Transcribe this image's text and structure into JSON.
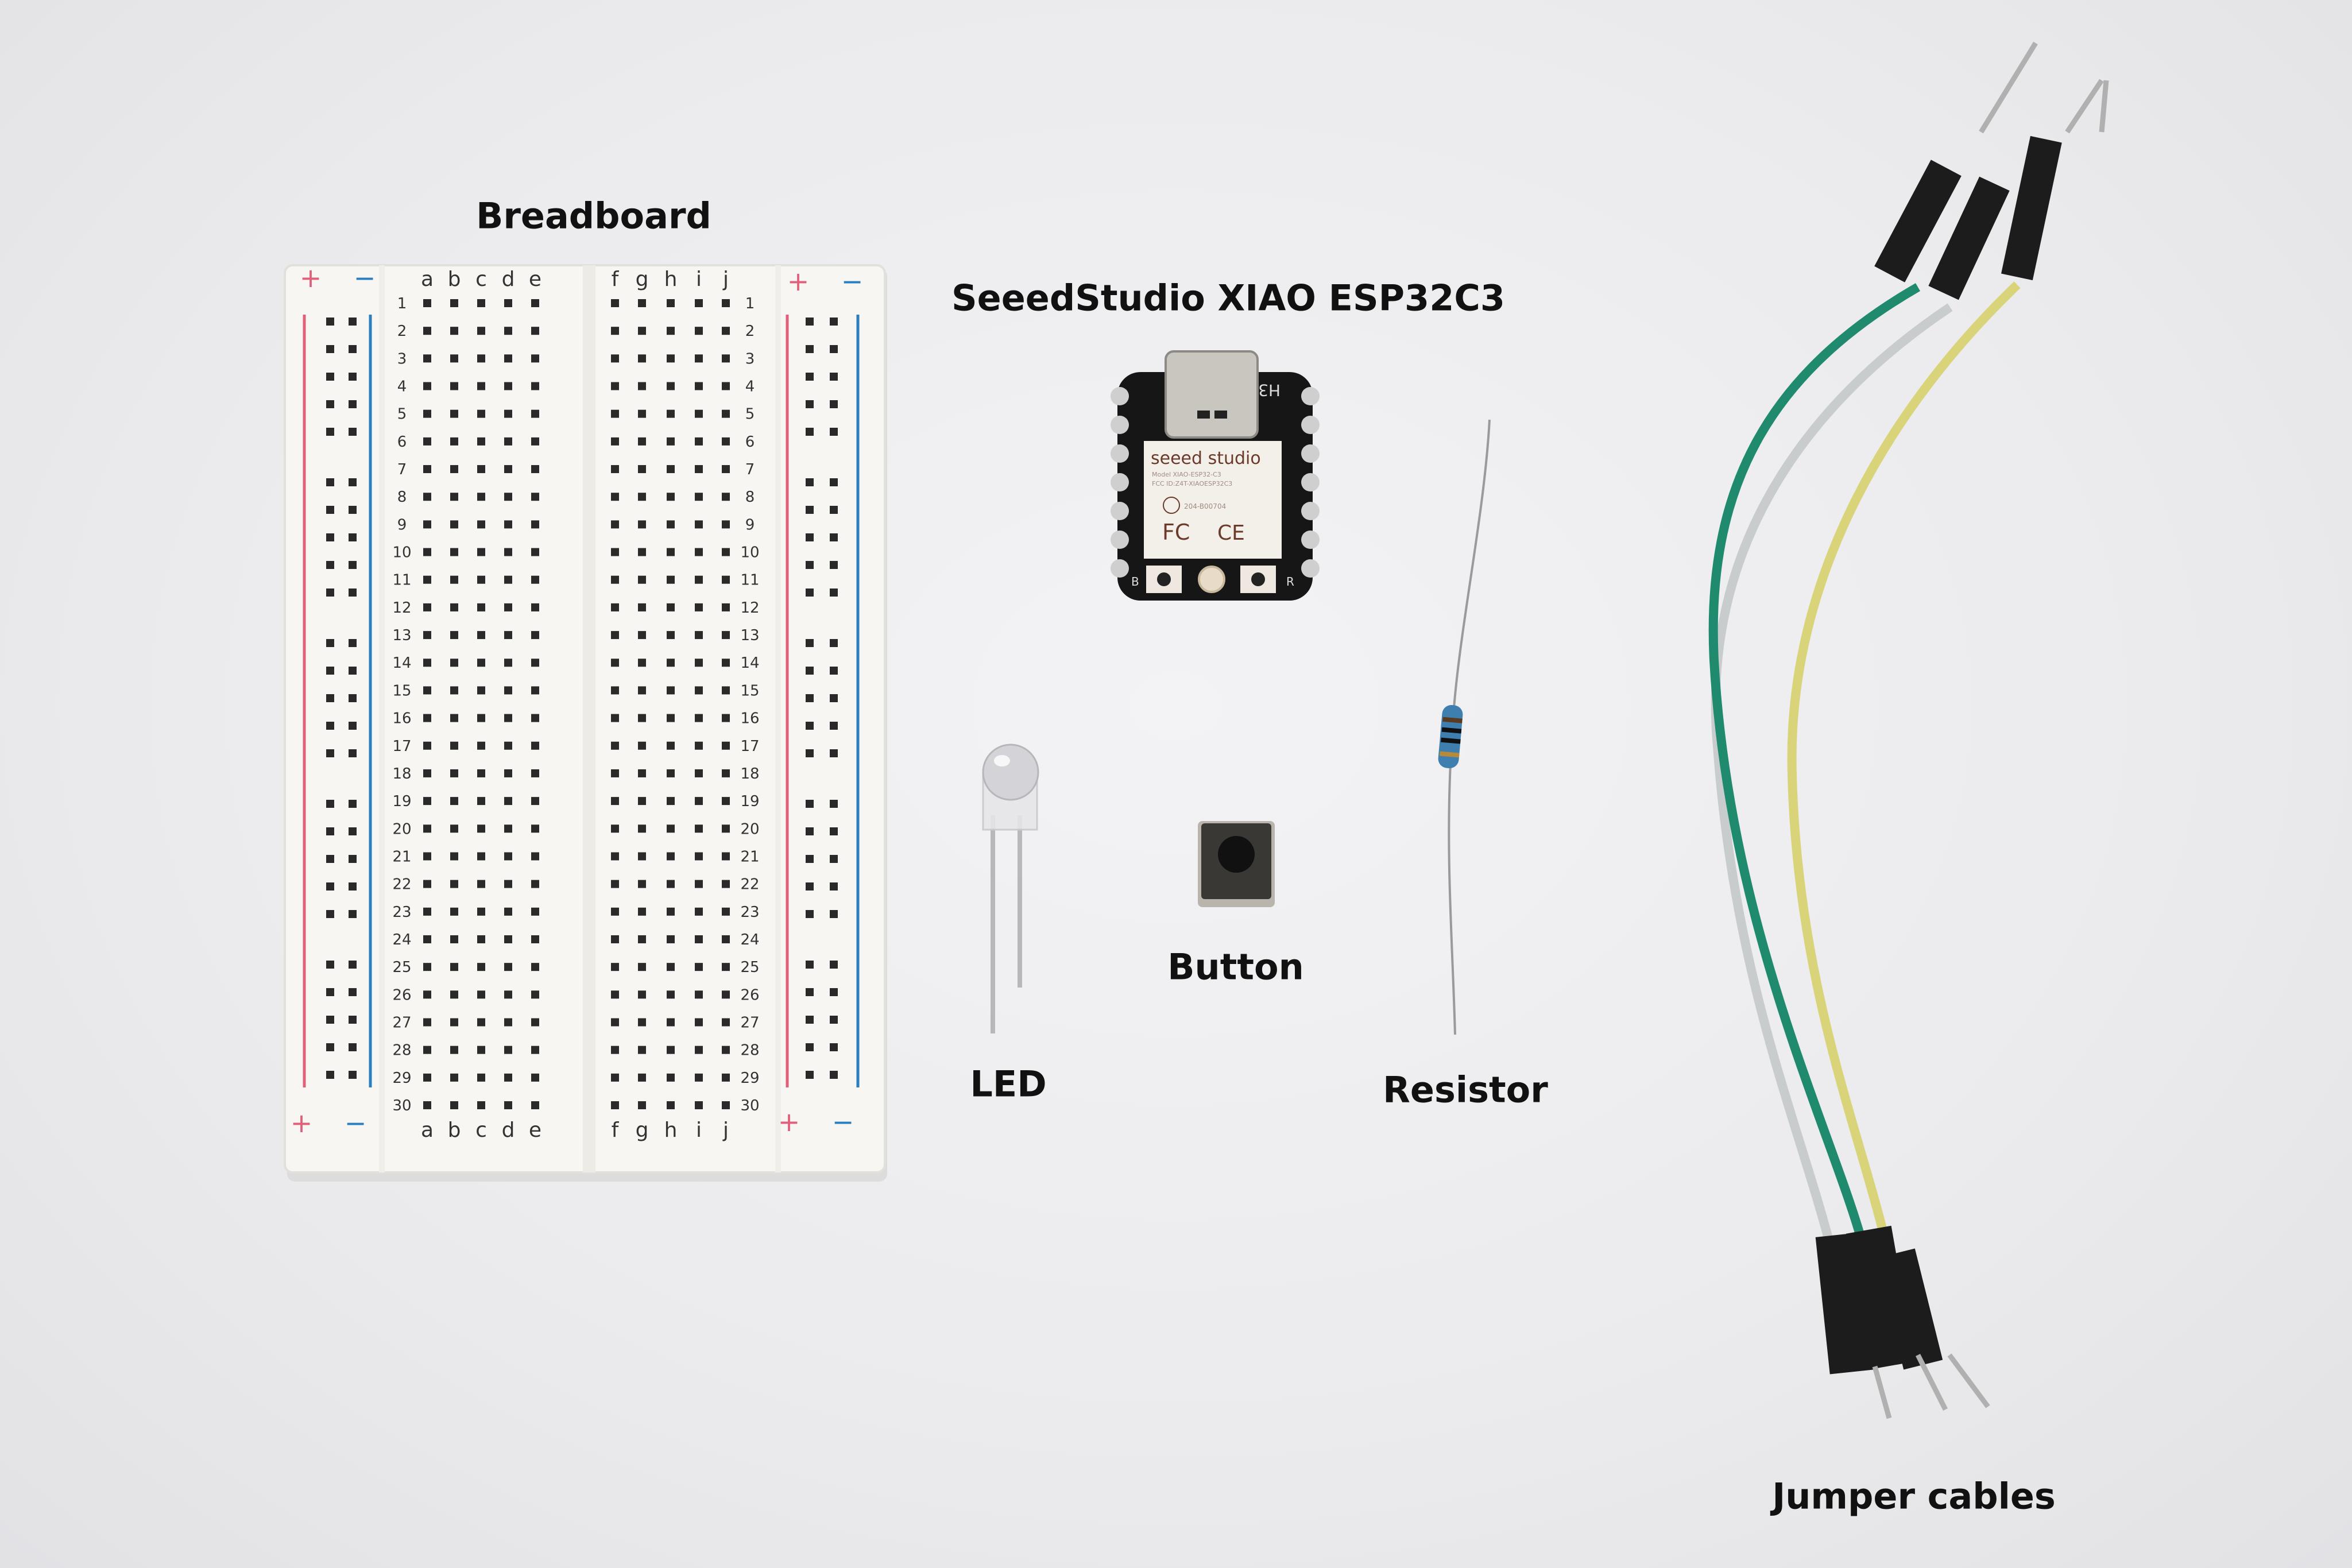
{
  "labels": {
    "breadboard": "Breadboard",
    "xiao": "SeeedStudio XIAO ESP32C3",
    "led": "LED",
    "button": "Button",
    "resistor": "Resistor",
    "jumper": "Jumper cables"
  },
  "breadboard": {
    "left_columns": [
      "a",
      "b",
      "c",
      "d",
      "e"
    ],
    "right_columns": [
      "f",
      "g",
      "h",
      "i",
      "j"
    ],
    "rows": [
      "1",
      "2",
      "3",
      "4",
      "5",
      "6",
      "7",
      "8",
      "9",
      "10",
      "11",
      "12",
      "13",
      "14",
      "15",
      "16",
      "17",
      "18",
      "19",
      "20",
      "21",
      "22",
      "23",
      "24",
      "25",
      "26",
      "27",
      "28",
      "29",
      "30"
    ],
    "plus": "+",
    "minus": "−",
    "rail_colors": {
      "plus": "#e0607a",
      "minus": "#2a7fc0"
    }
  },
  "xiao_board": {
    "brand": "seeed studio",
    "model": "Model XIAO-ESP32-C3",
    "fcc_id": "FCC ID:Z4T-XIAOESP32C3",
    "cert": "204-B00704",
    "fc_mark": "FC",
    "ce_mark": "CE",
    "silk_h3": "H3",
    "silk_b": "B",
    "silk_r": "R"
  },
  "wire_colors": {
    "green": "#1f8a6e",
    "white": "#c9cccc",
    "yellow": "#d9d37a"
  }
}
